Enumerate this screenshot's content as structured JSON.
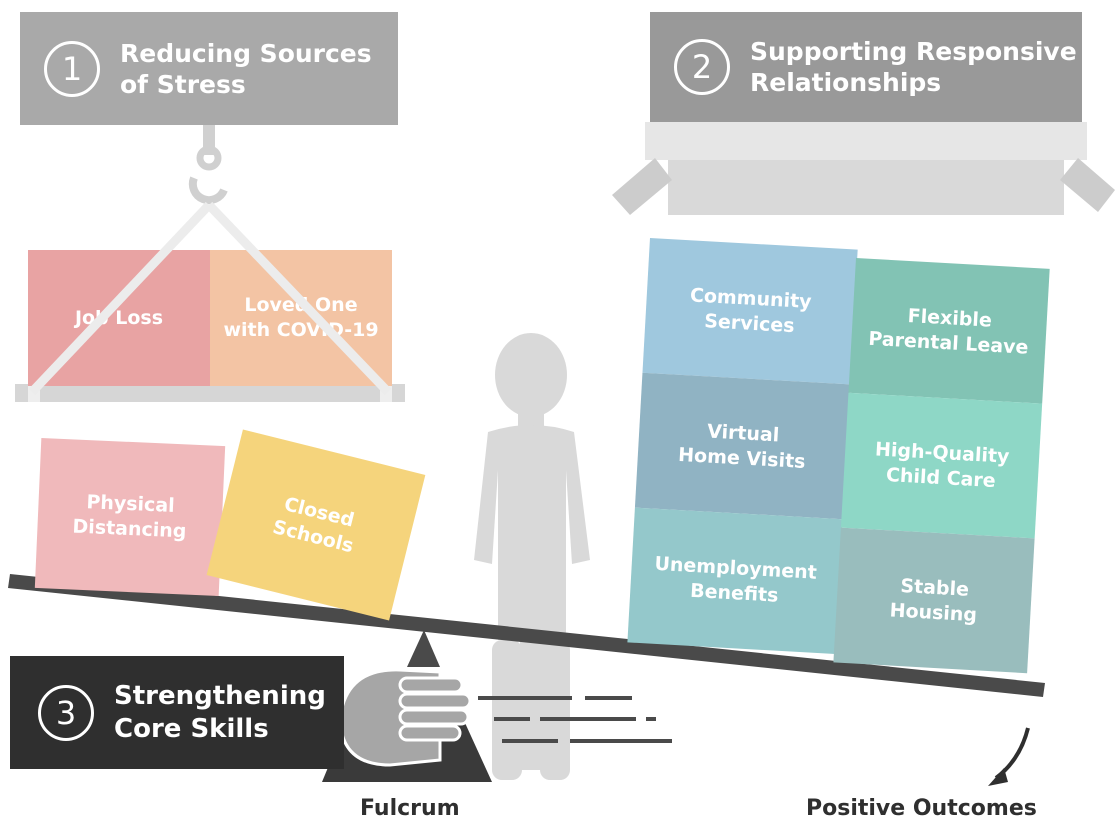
{
  "panel1": {
    "number": "1",
    "title_line1": "Reducing Sources",
    "title_line2": "of Stress"
  },
  "panel2": {
    "number": "2",
    "title_line1": "Supporting Responsive",
    "title_line2": "Relationships"
  },
  "panel3": {
    "number": "3",
    "title_line1": "Strengthening",
    "title_line2": "Core Skills"
  },
  "stress_boxes": {
    "job_loss": "Job Loss",
    "loved_one_line1": "Loved One",
    "loved_one_line2": "with COVID-19",
    "physical_line1": "Physical",
    "physical_line2": "Distancing",
    "closed_line1": "Closed",
    "closed_line2": "Schools"
  },
  "support_boxes": {
    "community_line1": "Community",
    "community_line2": "Services",
    "virtual_line1": "Virtual",
    "virtual_line2": "Home Visits",
    "unemployment_line1": "Unemployment",
    "unemployment_line2": "Benefits",
    "flexible_line1": "Flexible",
    "flexible_line2": "Parental Leave",
    "childcare_line1": "High-Quality",
    "childcare_line2": "Child Care",
    "housing_line1": "Stable",
    "housing_line2": "Housing"
  },
  "labels": {
    "fulcrum": "Fulcrum",
    "positive_outcomes": "Positive Outcomes"
  },
  "colors": {
    "job_loss": "#e8a3a3",
    "loved_one": "#f3c4a4",
    "physical": "#f0b9bb",
    "closed": "#f5d47c",
    "community": "#9fc8de",
    "virtual": "#90b3c3",
    "unemployment": "#94c8cb",
    "flexible": "#82c3b4",
    "childcare": "#8ed7c6",
    "housing": "#99bdbd",
    "beam": "#4a4a4a",
    "dark_panel": "#2f2f2f"
  }
}
